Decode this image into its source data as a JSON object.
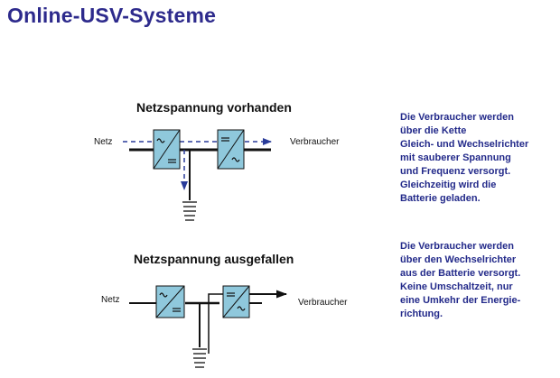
{
  "title": "Online-USV-Systeme",
  "section_normal": {
    "heading": "Netzspannung vorhanden",
    "label_input": "Netz",
    "label_output": "Verbraucher",
    "description": [
      "Die Verbraucher werden",
      "über die Kette",
      "Gleich- und Wechselrichter",
      "mit sauberer Spannung",
      "und Frequenz versorgt.",
      "Gleichzeitig wird die",
      "Batterie geladen."
    ]
  },
  "section_failure": {
    "heading": "Netzspannung ausgefallen",
    "label_input": "Netz",
    "label_output": "Verbraucher",
    "description": [
      "Die Verbraucher werden",
      "über den Wechselrichter",
      "aus der Batterie versorgt.",
      "Keine Umschaltzeit, nur",
      "eine Umkehr der Energie-",
      "richtung."
    ]
  },
  "colors": {
    "title": "#2d2a8c",
    "description_text": "#232a8a",
    "converter_fill": "#8fc8dc",
    "flow_arrow": "#2a3c9a",
    "line": "#111111"
  },
  "icons": {
    "rectifier": "ac-dc-converter-icon",
    "inverter": "dc-ac-converter-icon",
    "battery": "ground-battery-icon"
  }
}
